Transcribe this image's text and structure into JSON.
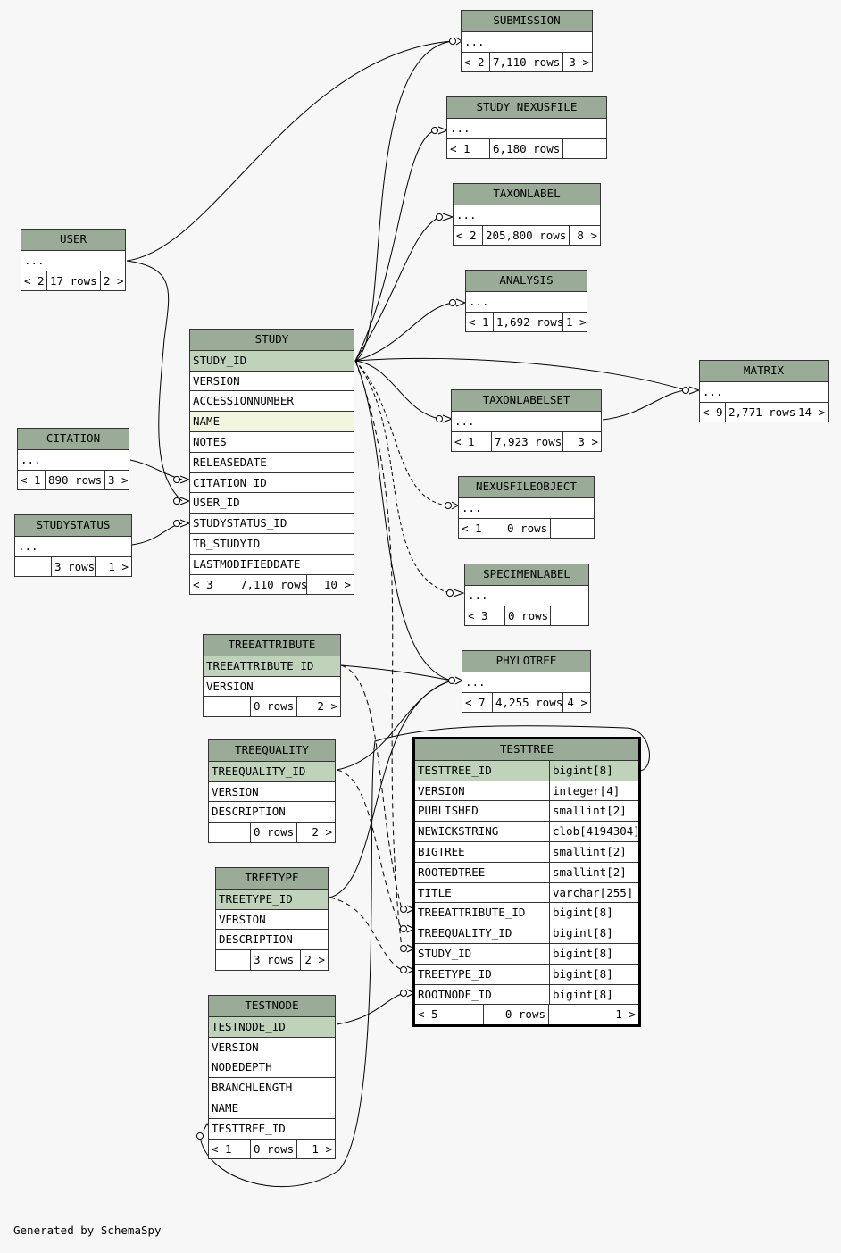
{
  "footer_text": "Generated by SchemaSpy",
  "tables": {
    "submission": {
      "name": "SUBMISSION",
      "columns": [
        "..."
      ],
      "left": "< 2",
      "rows": "7,110 rows",
      "right": "3 >"
    },
    "study_nexusfile": {
      "name": "STUDY_NEXUSFILE",
      "columns": [
        "..."
      ],
      "left": "< 1",
      "rows": "6,180 rows",
      "right": ""
    },
    "taxonlabel": {
      "name": "TAXONLABEL",
      "columns": [
        "..."
      ],
      "left": "< 2",
      "rows": "205,800 rows",
      "right": "8 >"
    },
    "analysis": {
      "name": "ANALYSIS",
      "columns": [
        "..."
      ],
      "left": "< 1",
      "rows": "1,692 rows",
      "right": "1 >"
    },
    "user": {
      "name": "USER",
      "columns": [
        "..."
      ],
      "left": "< 2",
      "rows": "17 rows",
      "right": "2 >"
    },
    "study": {
      "name": "STUDY",
      "columns": [
        "STUDY_ID",
        "VERSION",
        "ACCESSIONNUMBER",
        "NAME",
        "NOTES",
        "RELEASEDATE",
        "CITATION_ID",
        "USER_ID",
        "STUDYSTATUS_ID",
        "TB_STUDYID",
        "LASTMODIFIEDDATE"
      ],
      "left": "< 3",
      "rows": "7,110 rows",
      "right": "10 >"
    },
    "matrix": {
      "name": "MATRIX",
      "columns": [
        "..."
      ],
      "left": "< 9",
      "rows": "2,771 rows",
      "right": "14 >"
    },
    "taxonlabelset": {
      "name": "TAXONLABELSET",
      "columns": [
        "..."
      ],
      "left": "< 1",
      "rows": "7,923 rows",
      "right": "3 >"
    },
    "citation": {
      "name": "CITATION",
      "columns": [
        "..."
      ],
      "left": "< 1",
      "rows": "890 rows",
      "right": "3 >"
    },
    "nexusfileobject": {
      "name": "NEXUSFILEOBJECT",
      "columns": [
        "..."
      ],
      "left": "< 1",
      "rows": "0 rows",
      "right": ""
    },
    "studystatus": {
      "name": "STUDYSTATUS",
      "columns": [
        "..."
      ],
      "left": "",
      "rows": "3 rows",
      "right": "1 >"
    },
    "specimenlabel": {
      "name": "SPECIMENLABEL",
      "columns": [
        "..."
      ],
      "left": "< 3",
      "rows": "0 rows",
      "right": ""
    },
    "treeattribute": {
      "name": "TREEATTRIBUTE",
      "columns": [
        "TREEATTRIBUTE_ID",
        "VERSION"
      ],
      "left": "",
      "rows": "0 rows",
      "right": "2 >"
    },
    "phylotree": {
      "name": "PHYLOTREE",
      "columns": [
        "..."
      ],
      "left": "< 7",
      "rows": "4,255 rows",
      "right": "4 >"
    },
    "treequality": {
      "name": "TREEQUALITY",
      "columns": [
        "TREEQUALITY_ID",
        "VERSION",
        "DESCRIPTION"
      ],
      "left": "",
      "rows": "0 rows",
      "right": "2 >"
    },
    "testtree": {
      "name": "TESTTREE",
      "columns": [
        "TESTTREE_ID",
        "VERSION",
        "PUBLISHED",
        "NEWICKSTRING",
        "BIGTREE",
        "ROOTEDTREE",
        "TITLE",
        "TREEATTRIBUTE_ID",
        "TREEQUALITY_ID",
        "STUDY_ID",
        "TREETYPE_ID",
        "ROOTNODE_ID"
      ],
      "types": [
        "bigint[8]",
        "integer[4]",
        "smallint[2]",
        "clob[4194304]",
        "smallint[2]",
        "smallint[2]",
        "varchar[255]",
        "bigint[8]",
        "bigint[8]",
        "bigint[8]",
        "bigint[8]",
        "bigint[8]"
      ],
      "left": "< 5",
      "rows": "0 rows",
      "right": "1 >"
    },
    "treetype": {
      "name": "TREETYPE",
      "columns": [
        "TREETYPE_ID",
        "VERSION",
        "DESCRIPTION"
      ],
      "left": "",
      "rows": "3 rows",
      "right": "2 >"
    },
    "testnode": {
      "name": "TESTNODE",
      "columns": [
        "TESTNODE_ID",
        "VERSION",
        "NODEDEPTH",
        "BRANCHLENGTH",
        "NAME",
        "TESTTREE_ID"
      ],
      "left": "< 1",
      "rows": "0 rows",
      "right": "1 >"
    }
  }
}
